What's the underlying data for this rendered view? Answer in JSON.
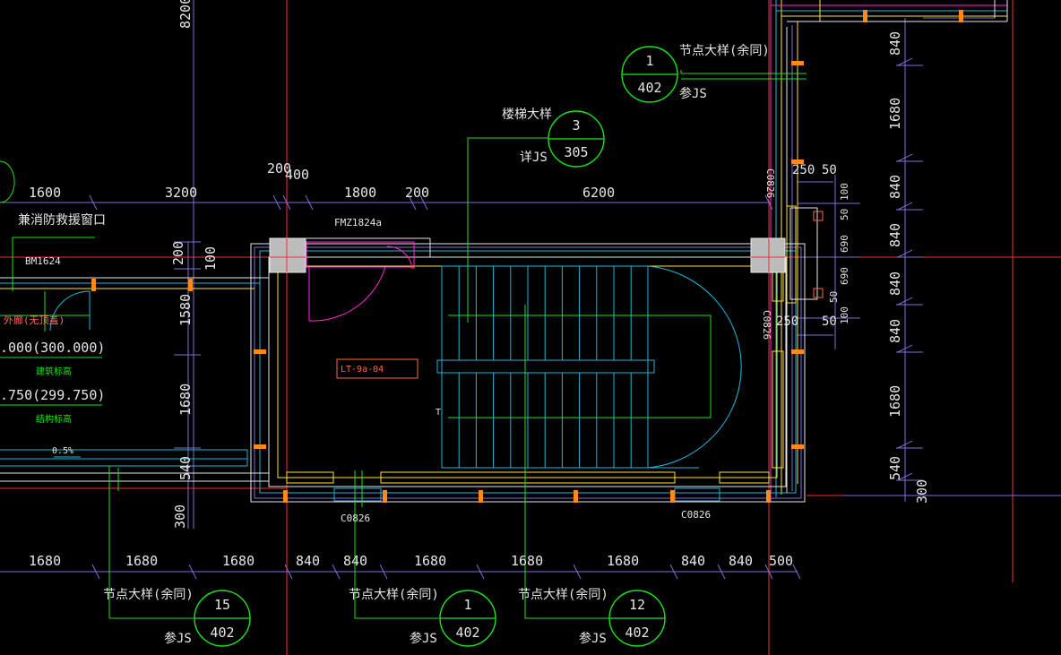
{
  "top_dims": [
    "1600",
    "3200",
    "200",
    "400",
    "1800",
    "200",
    "6200"
  ],
  "bottom_dims": [
    "1680",
    "1680",
    "1680",
    "840",
    "840",
    "1680",
    "1680",
    "1680",
    "840",
    "840",
    "500"
  ],
  "right_dims": [
    "840",
    "1680",
    "840",
    "840",
    "840",
    "840",
    "1680",
    "540",
    "300"
  ],
  "left_dims": [
    "200",
    "100",
    "1580",
    "1680",
    "540",
    "300"
  ],
  "top_left_dim": "8200",
  "small_dims": {
    "d250a": "250",
    "d50a": "50",
    "d100a": "100",
    "d50b": "50",
    "d690a": "690",
    "d690b": "690",
    "d50c": "50",
    "d100b": "100",
    "d250b": "250",
    "d50d": "50"
  },
  "callouts": [
    {
      "note": "节点大样(余同)",
      "top": "1",
      "bottom": "402",
      "ref": "参JS"
    },
    {
      "note": "楼梯大样",
      "top": "3",
      "bottom": "305",
      "ref": "详JS"
    },
    {
      "note": "节点大样(余同)",
      "top": "15",
      "bottom": "402",
      "ref": "参JS"
    },
    {
      "note": "节点大样(余同)",
      "top": "1",
      "bottom": "402",
      "ref": "参JS"
    },
    {
      "note": "节点大样(余同)",
      "top": "12",
      "bottom": "402",
      "ref": "参JS"
    }
  ],
  "labels": {
    "fire_window": "兼消防救援窗口",
    "door_bm": "BM1624",
    "door_fm": "FMZ1824a",
    "exterior": "外廊(无顶盖)",
    "elev_arch": ".000(300.000)",
    "elev_arch_note": "建筑标高",
    "elev_struct": ".750(299.750)",
    "elev_struct_note": "结构标高",
    "slope": "0.5%",
    "window_c1": "C0826",
    "window_c2": "C0826",
    "window_v1": "C0826",
    "window_v2": "C0826",
    "stair_tag": "LT-9a-04",
    "tee": "T"
  },
  "colors": {
    "dim_line": "#7f6fd8",
    "axis_red": "#ff2a2a",
    "wall_yellow": "#ffe23a",
    "stair_cyan": "#1fb6d9",
    "door_magenta": "#ff2bd6",
    "callout_green": "#19e619",
    "column_fill": "#bcbcbc",
    "tag_orange": "#ff6a3a",
    "anchor_orange": "#ff8a1a"
  }
}
